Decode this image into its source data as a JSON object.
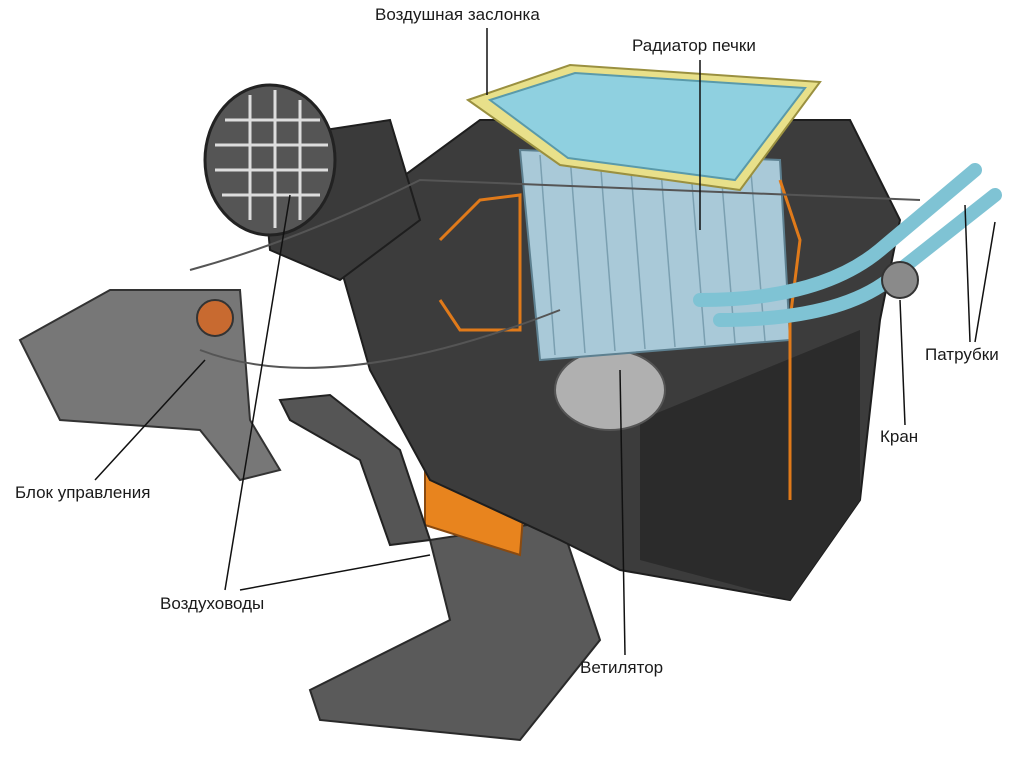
{
  "labels": {
    "air_damper": "Воздушная заслонка",
    "heater_radiator": "Радиатор печки",
    "pipes": "Патрубки",
    "valve": "Кран",
    "control_unit": "Блок управления",
    "air_ducts": "Воздуховоды",
    "fan": "Ветилятор"
  },
  "colors": {
    "housing": "#3a3a3a",
    "radiator": "#a9c9d8",
    "pipes": "#7fc3d4",
    "accent": "#e07a1a",
    "damper": "#e8e08a"
  }
}
